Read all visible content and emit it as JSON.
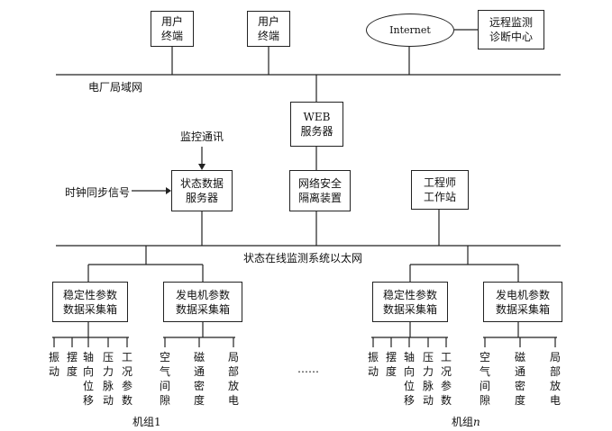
{
  "nodes": {
    "user1": "用户\n终端",
    "user2": "用户\n终端",
    "internet": "Internet",
    "remote": "远程监测\n诊断中心",
    "web": "WEB\n服务器",
    "status_server": "状态数据\n服务器",
    "security": "网络安全\n隔离装置",
    "engineer": "工程师\n工作站",
    "stab1": "稳定性参数\n数据采集箱",
    "gen1": "发电机参数\n数据采集箱",
    "stabn": "稳定性参数\n数据采集箱",
    "genn": "发电机参数\n数据采集箱"
  },
  "labels": {
    "plant_lan": "电厂局域网",
    "monitor_comm": "监控通讯",
    "clock_sync": "时钟同步信号",
    "ethernet": "状态在线监测系统以太网",
    "ellipsis": "……"
  },
  "stab_signals": [
    "振动",
    "摆度",
    "轴向位移",
    "压力脉动",
    "工况参数"
  ],
  "gen_signals": [
    "空气间隙",
    "磁通密度",
    "局部放电"
  ],
  "units": {
    "unit1": "机组1",
    "unitn_prefix": "机组",
    "unitn_suffix": "n"
  }
}
